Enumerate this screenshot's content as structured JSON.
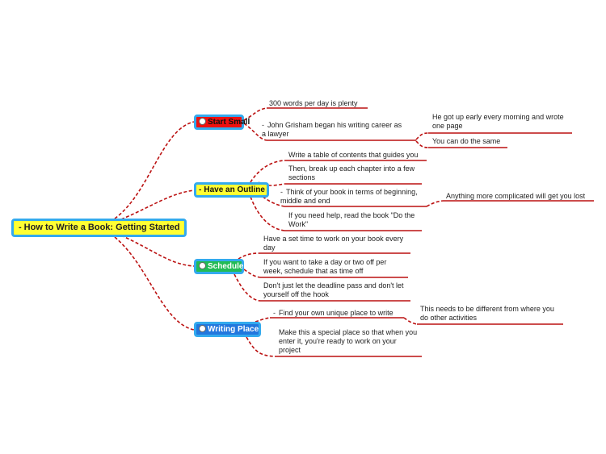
{
  "root": {
    "label": "How to Write a Book: Getting Started",
    "marker": "-"
  },
  "branches": {
    "start": {
      "label": "Start Small",
      "marker_icon": "minus-circle-icon"
    },
    "outline": {
      "label": "Have an Outline",
      "marker": "-"
    },
    "schedule": {
      "label": "Schedule",
      "marker_icon": "minus-circle-icon"
    },
    "writing": {
      "label": "Writing Place",
      "marker_icon": "minus-circle-icon"
    }
  },
  "leaves": {
    "start_1": "300 words per day is plenty",
    "start_2": "John Grisham began his writing career as a lawyer",
    "start_2_1": "He got up early every morning and wrote one page",
    "start_2_2": "You can do the same",
    "outline_1": "Write a table of contents that guides you",
    "outline_2": "Then, break up each chapter into a few sections",
    "outline_3": "Think of your book in terms of beginning, middle and end",
    "outline_3_1": "Anything more complicated will get you lost",
    "outline_4": "If you need help, read the book \"Do the Work\"",
    "schedule_1": "Have a set time to work on your book every day",
    "schedule_2": "If you want to take a day or two off per week, schedule that as time off",
    "schedule_3": "Don't just let the deadline pass and don't let yourself off the hook",
    "writing_1": "Find your own unique place to write",
    "writing_1_1": "This needs to be different from where you do other activities",
    "writing_2": "Make this a special place so that when you enter it, you're ready to work on your project"
  },
  "collapse_marker": "-",
  "colors": {
    "connector": "#bb1111",
    "node_border": "#33aaee",
    "root_fill": "#ffff33",
    "start_fill": "#ee1111",
    "outline_fill": "#ffff33",
    "schedule_fill": "#22bb55",
    "writing_fill": "#2277dd"
  }
}
